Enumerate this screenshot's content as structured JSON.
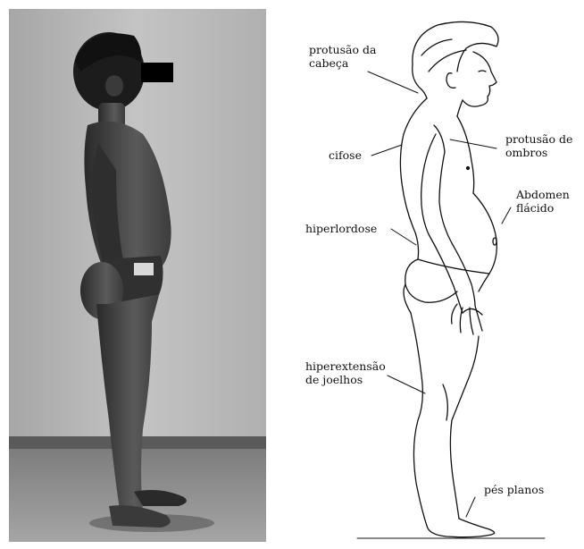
{
  "labels": {
    "head": "protusão da\ncabeça",
    "kyphosis": "cifose",
    "shoulders": "protusão de\nombros",
    "abdomen": "Abdomen\nflácido",
    "lordosis": "hiperlordose",
    "knees": "hiperextensão\nde joelhos",
    "feet": "pés planos"
  },
  "colors": {
    "ink": "#111111",
    "wall": "#b9b9b9",
    "floor": "#8e8e8e",
    "skin": "#3a3a3a",
    "censor": "#000000"
  }
}
